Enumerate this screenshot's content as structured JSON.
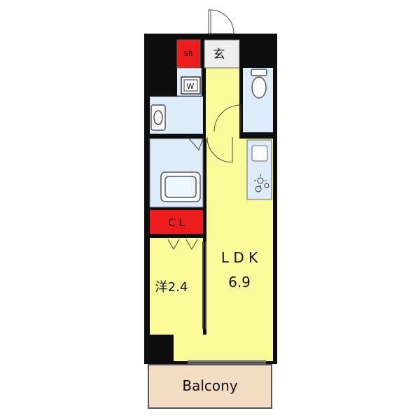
{
  "labels": {
    "shoe_box": "SB",
    "entrance": "玄",
    "washer": "W",
    "closet": "C L",
    "western_room_name": "洋",
    "western_room_size": "2.4",
    "ldk_name": "L D K",
    "ldk_size": "6.9",
    "balcony": "Balcony"
  },
  "colors": {
    "wall": "#0d0d0d",
    "ldk_floor": "#fbfb9c",
    "western_floor": "#fbfb9c",
    "wet_area": "#dcecfb",
    "storage_red": "#ee1c1c",
    "balcony": "#f3dcc3",
    "entrance_floor": "#eeeeee"
  }
}
